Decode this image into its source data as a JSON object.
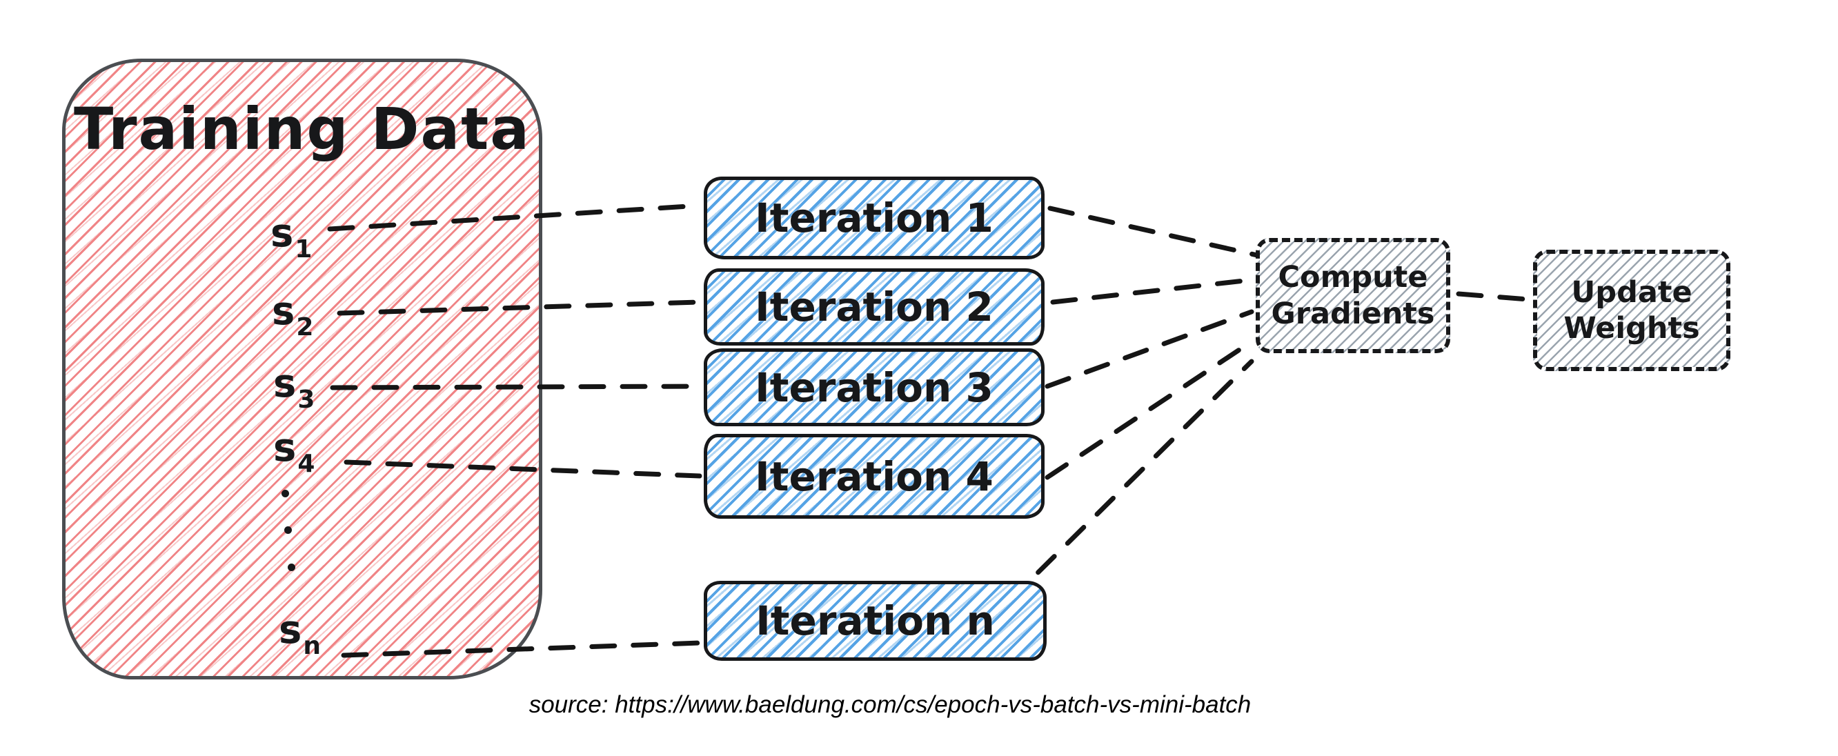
{
  "training_data": {
    "title": "Training Data",
    "samples": [
      {
        "base": "s",
        "sub": "1"
      },
      {
        "base": "s",
        "sub": "2"
      },
      {
        "base": "s",
        "sub": "3"
      },
      {
        "base": "s",
        "sub": "4"
      },
      {
        "base": "s",
        "sub": "n"
      }
    ],
    "ellipsis_dots": 3
  },
  "iterations": [
    {
      "label": "Iteration 1"
    },
    {
      "label": "Iteration 2"
    },
    {
      "label": "Iteration 3"
    },
    {
      "label": "Iteration 4"
    },
    {
      "label": "Iteration n"
    }
  ],
  "process_steps": [
    {
      "line1": "Compute",
      "line2": "Gradients"
    },
    {
      "line1": "Update",
      "line2": "Weights"
    }
  ],
  "caption": {
    "text": "source: https://www.baeldung.com/cs/epoch-vs-batch-vs-mini-batch"
  },
  "colors": {
    "red_hatch": "#f08486",
    "blue_hatch": "#55a3e5",
    "gray_hatch": "#9aa4ae",
    "training_border": "#4b4e52",
    "box_border": "#17181a",
    "connector": "#151515",
    "text": "#17181a"
  }
}
